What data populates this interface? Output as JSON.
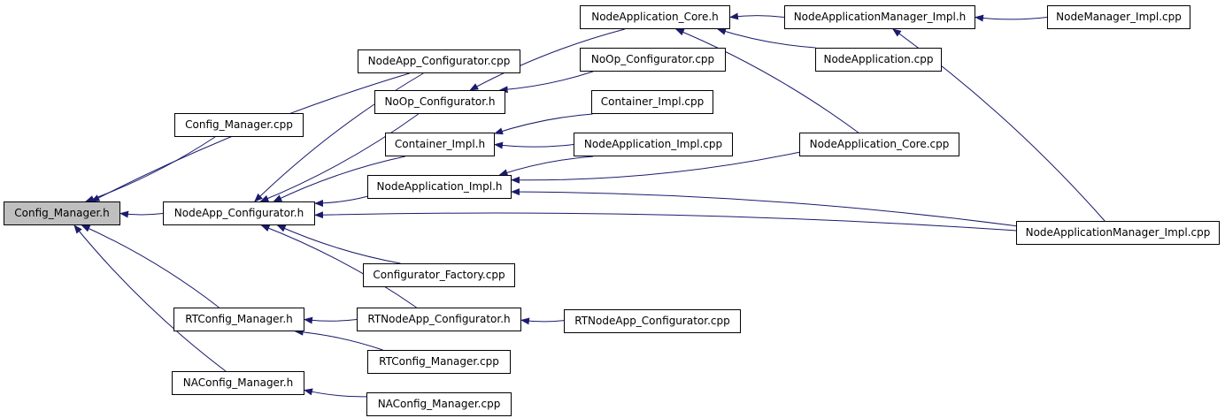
{
  "graph": {
    "root": "n_cfg_h",
    "colors": {
      "edge": "#1a1a6e",
      "root_fill": "#bfbfbf",
      "node_border": "#000000"
    },
    "nodes": {
      "n_cfg_h": {
        "label": "Config_Manager.h"
      },
      "n_cfg_cpp": {
        "label": "Config_Manager.cpp"
      },
      "n_nac_h": {
        "label": "NodeApp_Configurator.h"
      },
      "n_nac_cpp": {
        "label": "NodeApp_Configurator.cpp"
      },
      "n_rtc_h": {
        "label": "RTConfig_Manager.h"
      },
      "n_nacfg_h": {
        "label": "NAConfig_Manager.h"
      },
      "n_noop_h": {
        "label": "NoOp_Configurator.h"
      },
      "n_cont_h": {
        "label": "Container_Impl.h"
      },
      "n_na_impl_h": {
        "label": "NodeApplication_Impl.h"
      },
      "n_cf_cpp": {
        "label": "Configurator_Factory.cpp"
      },
      "n_rtnac_h": {
        "label": "RTNodeApp_Configurator.h"
      },
      "n_rtc_cpp": {
        "label": "RTConfig_Manager.cpp"
      },
      "n_nacfg_cpp": {
        "label": "NAConfig_Manager.cpp"
      },
      "n_core_h": {
        "label": "NodeApplication_Core.h"
      },
      "n_noop_cpp": {
        "label": "NoOp_Configurator.cpp"
      },
      "n_cont_cpp": {
        "label": "Container_Impl.cpp"
      },
      "n_na_impl_cpp": {
        "label": "NodeApplication_Impl.cpp"
      },
      "n_rtnac_cpp": {
        "label": "RTNodeApp_Configurator.cpp"
      },
      "n_nam_h": {
        "label": "NodeApplicationManager_Impl.h"
      },
      "n_na_cpp": {
        "label": "NodeApplication.cpp"
      },
      "n_core_cpp": {
        "label": "NodeApplication_Core.cpp"
      },
      "n_nm_cpp": {
        "label": "NodeManager_Impl.cpp"
      },
      "n_nam_cpp": {
        "label": "NodeApplicationManager_Impl.cpp"
      }
    },
    "edges": [
      {
        "from": "n_cfg_cpp",
        "to": "n_cfg_h"
      },
      {
        "from": "n_nac_cpp",
        "to": "n_cfg_h"
      },
      {
        "from": "n_nac_h",
        "to": "n_cfg_h"
      },
      {
        "from": "n_rtc_h",
        "to": "n_cfg_h"
      },
      {
        "from": "n_nacfg_h",
        "to": "n_cfg_h"
      },
      {
        "from": "n_nac_cpp",
        "to": "n_nac_h"
      },
      {
        "from": "n_noop_h",
        "to": "n_nac_h"
      },
      {
        "from": "n_cont_h",
        "to": "n_nac_h"
      },
      {
        "from": "n_na_impl_h",
        "to": "n_nac_h"
      },
      {
        "from": "n_nam_cpp",
        "to": "n_nac_h"
      },
      {
        "from": "n_cf_cpp",
        "to": "n_nac_h"
      },
      {
        "from": "n_rtnac_h",
        "to": "n_nac_h"
      },
      {
        "from": "n_rtnac_h",
        "to": "n_rtc_h"
      },
      {
        "from": "n_rtc_cpp",
        "to": "n_rtc_h"
      },
      {
        "from": "n_nacfg_cpp",
        "to": "n_nacfg_h"
      },
      {
        "from": "n_core_h",
        "to": "n_noop_h"
      },
      {
        "from": "n_noop_cpp",
        "to": "n_noop_h"
      },
      {
        "from": "n_cont_cpp",
        "to": "n_cont_h"
      },
      {
        "from": "n_na_impl_cpp",
        "to": "n_cont_h"
      },
      {
        "from": "n_na_impl_cpp",
        "to": "n_na_impl_h"
      },
      {
        "from": "n_core_cpp",
        "to": "n_na_impl_h"
      },
      {
        "from": "n_nam_cpp",
        "to": "n_na_impl_h"
      },
      {
        "from": "n_rtnac_cpp",
        "to": "n_rtnac_h"
      },
      {
        "from": "n_nam_h",
        "to": "n_core_h"
      },
      {
        "from": "n_na_cpp",
        "to": "n_core_h"
      },
      {
        "from": "n_core_cpp",
        "to": "n_core_h"
      },
      {
        "from": "n_nm_cpp",
        "to": "n_nam_h"
      },
      {
        "from": "n_nam_cpp",
        "to": "n_nam_h"
      }
    ]
  }
}
